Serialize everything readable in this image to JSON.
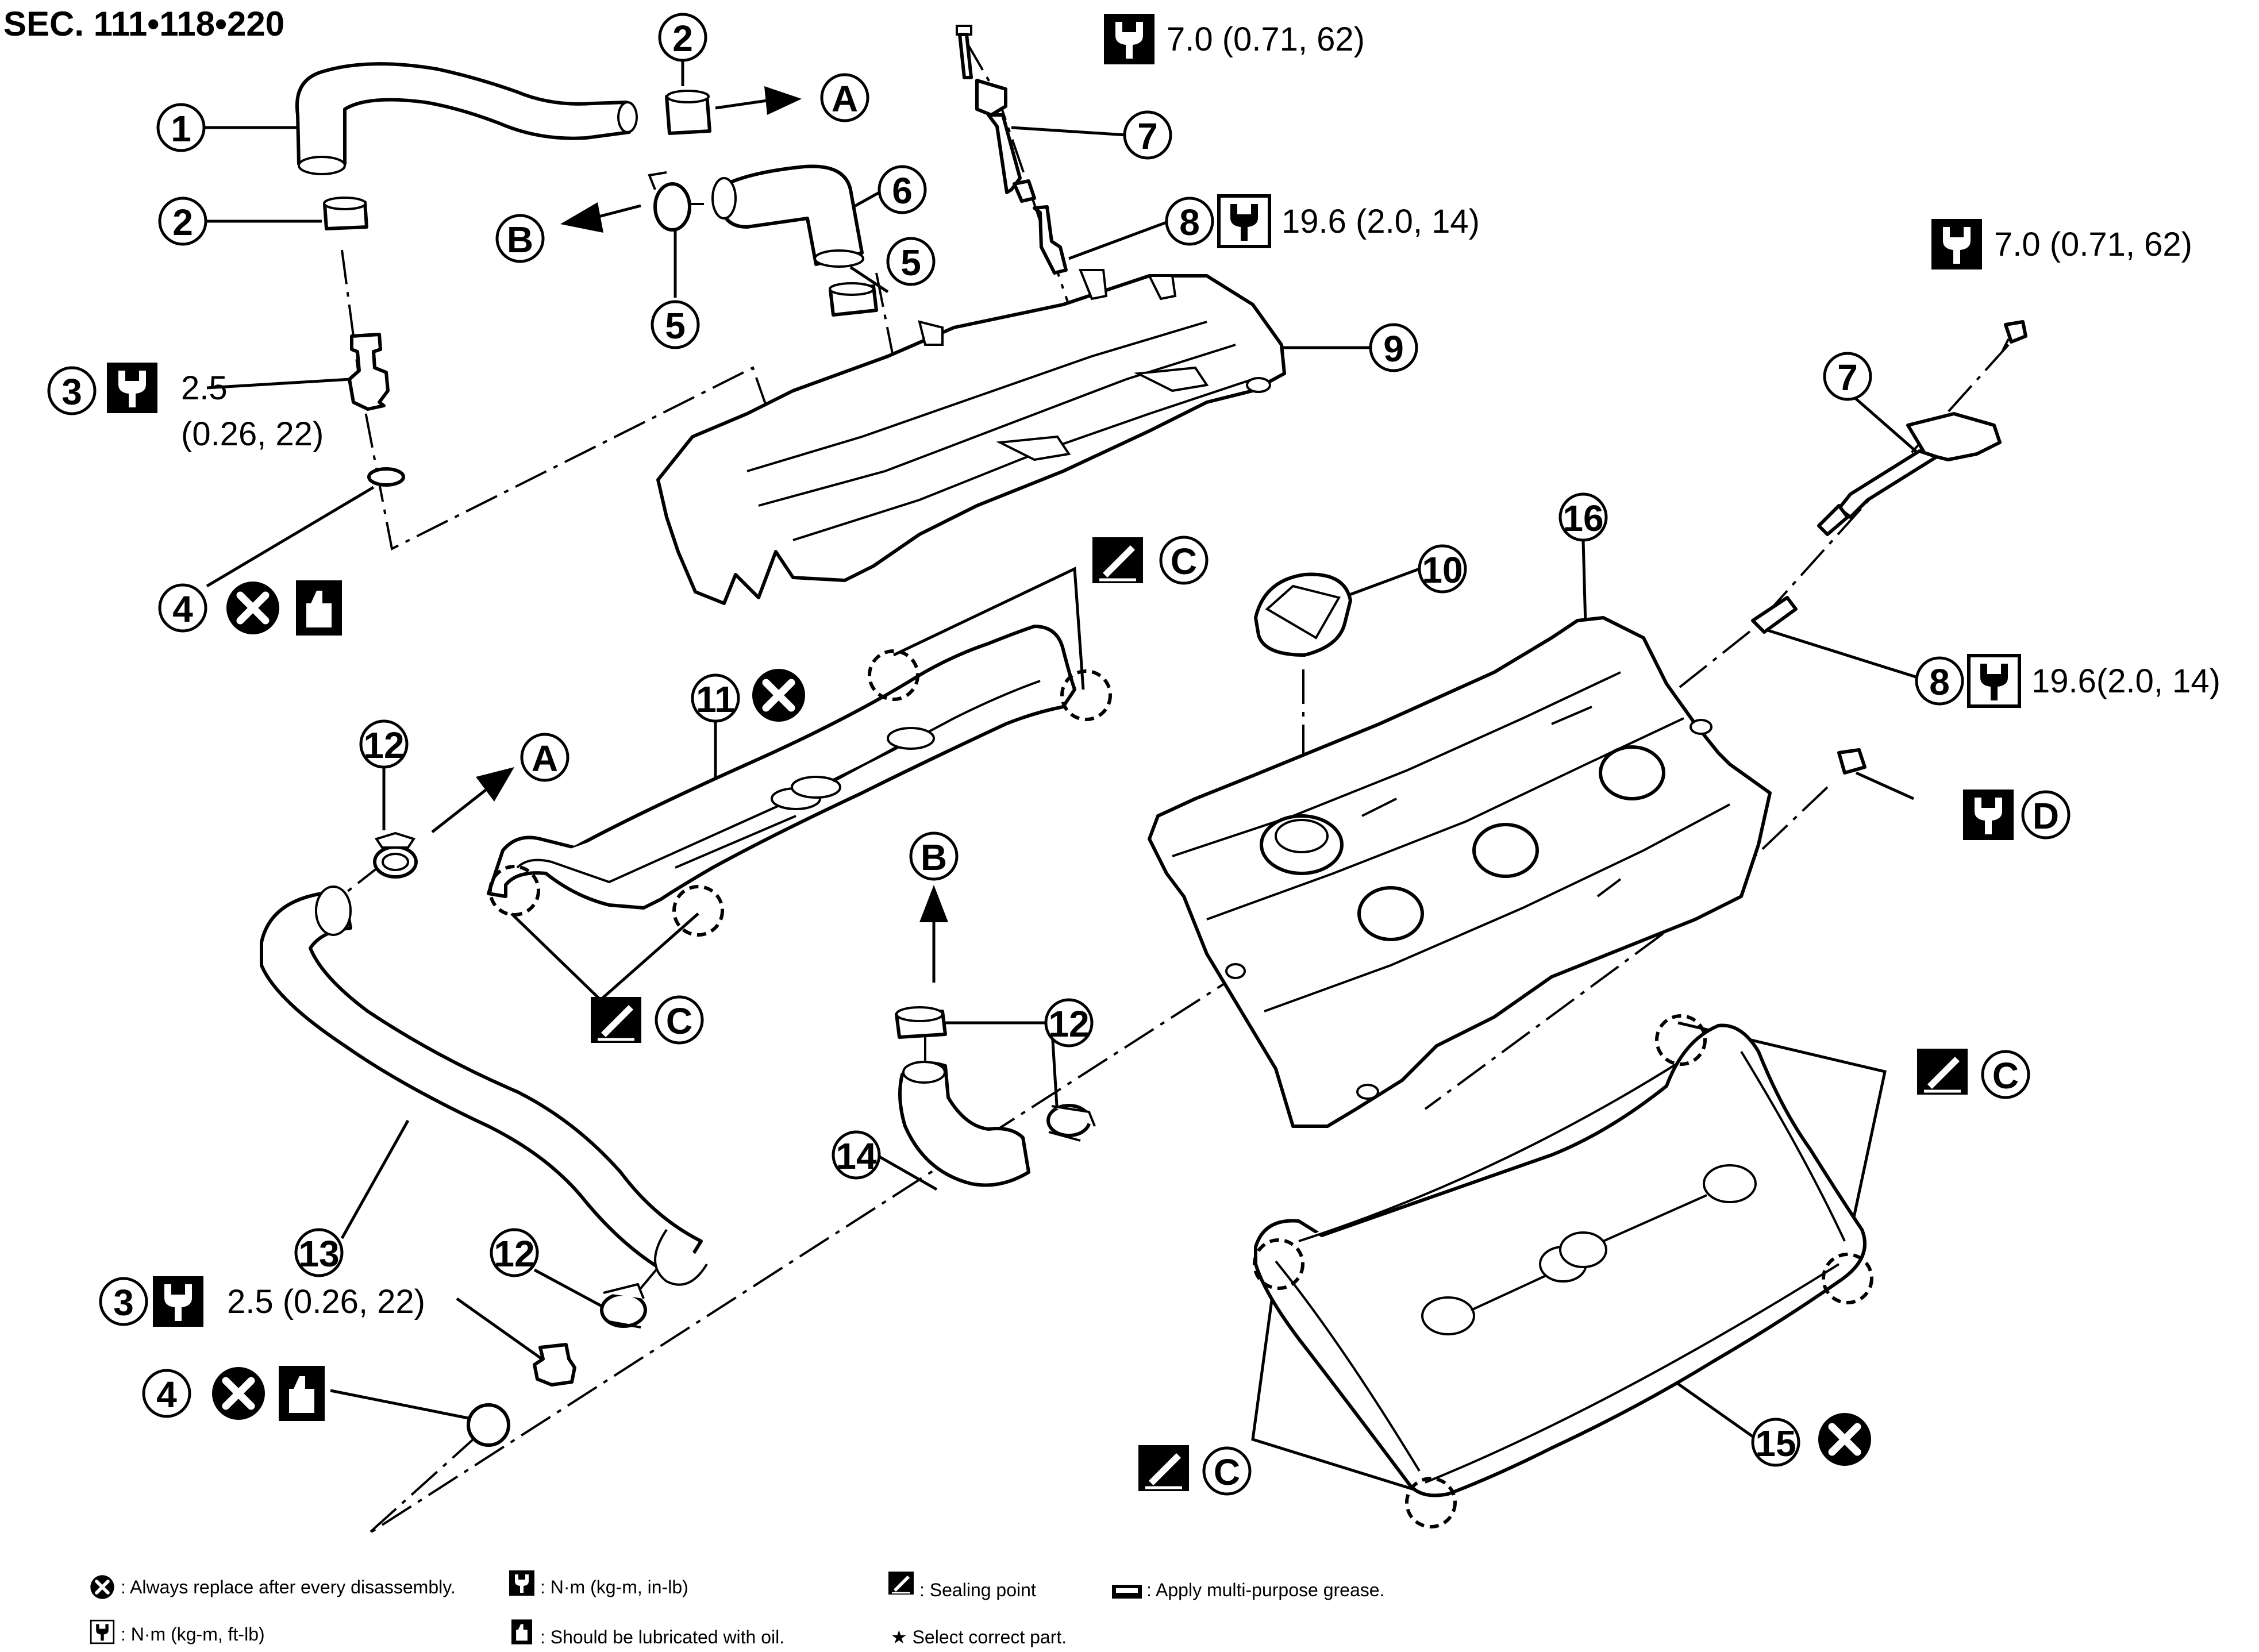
{
  "section_title": "SEC. 111•118•220",
  "callouts": {
    "c1": "1",
    "c2a": "2",
    "c2b": "2",
    "c3a": "3",
    "c3b": "3",
    "c4a": "4",
    "c4b": "4",
    "c5a": "5",
    "c5b": "5",
    "c6": "6",
    "c7a": "7",
    "c7b": "7",
    "c8a": "8",
    "c8b": "8",
    "c9": "9",
    "c10": "10",
    "c11": "11",
    "c12a": "12",
    "c12b": "12",
    "c12c": "12",
    "c13": "13",
    "c14": "14",
    "c15": "15",
    "c16": "16"
  },
  "letters": {
    "A1": "A",
    "A2": "A",
    "B1": "B",
    "B2": "B",
    "C1": "C",
    "C2": "C",
    "C3": "C",
    "C4": "C",
    "D": "D"
  },
  "torque": {
    "bolt_top": "7.0 (0.71, 62)",
    "plug_top": "19.6 (2.0, 14)",
    "bolt_right": "7.0 (0.71, 62)",
    "plug_right": "19.6(2.0, 14)",
    "pcv_top_line1": "2.5",
    "pcv_top_line2": "(0.26, 22)",
    "pcv_bottom": "2.5 (0.26, 22)"
  },
  "legend": {
    "replace": ": Always replace after every disassembly.",
    "nm_in_lb": ": N·m (kg-m, in-lb)",
    "sealing": ": Sealing point",
    "grease": ": Apply multi-purpose grease.",
    "nm_ft_lb": ": N·m (kg-m, ft-lb)",
    "oil": ": Should be lubricated with oil.",
    "select": "★ Select correct part."
  }
}
